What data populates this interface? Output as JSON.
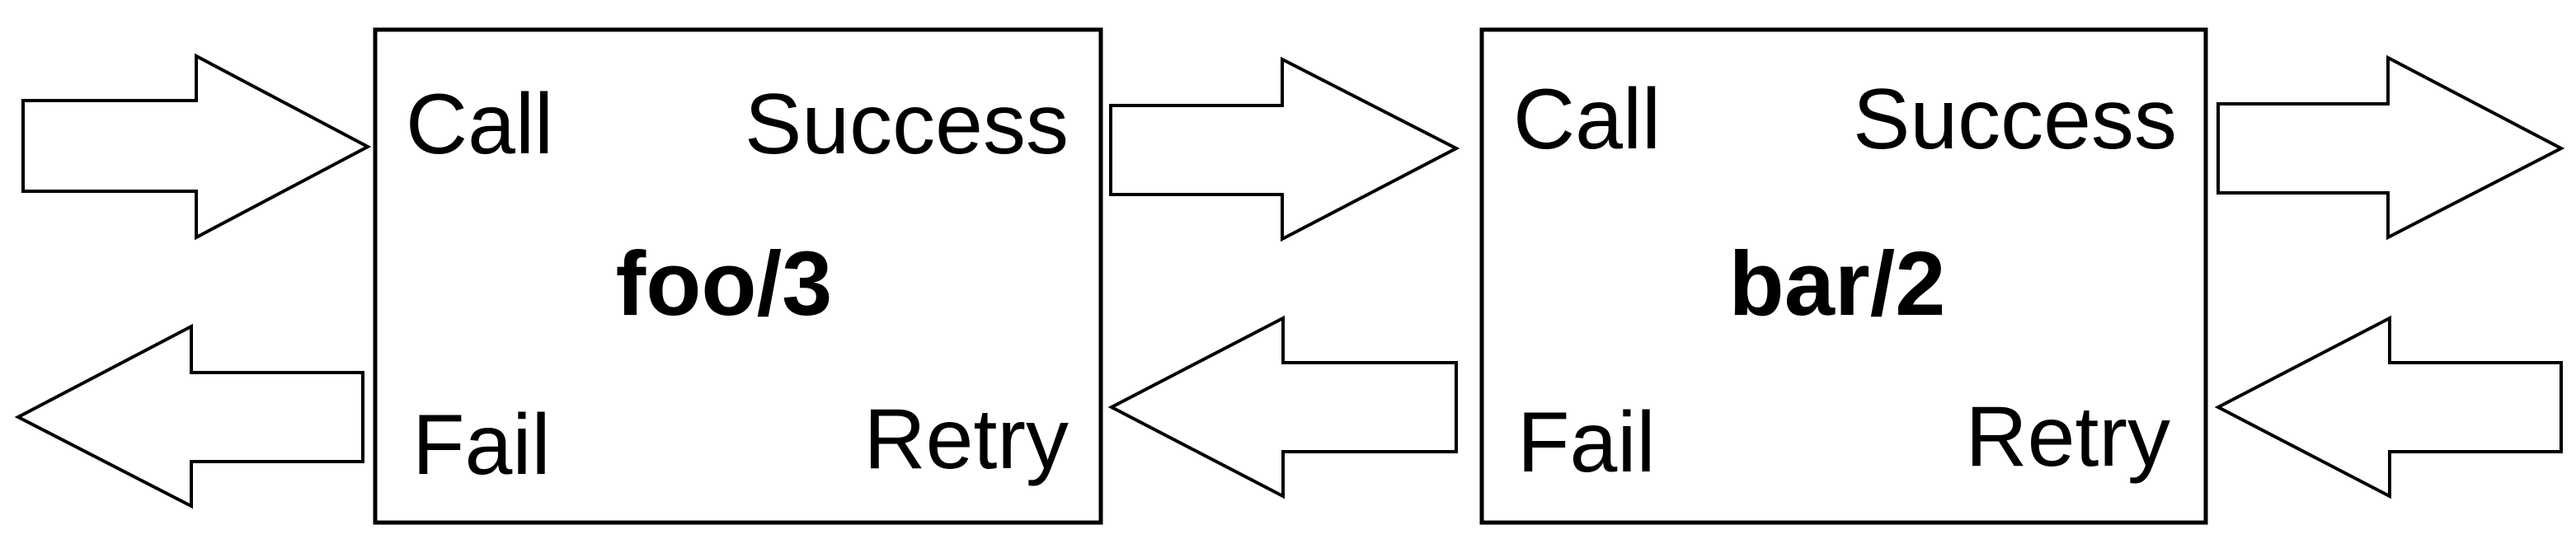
{
  "boxes": [
    {
      "title": "foo/3",
      "ports": {
        "call": "Call",
        "success": "Success",
        "fail": "Fail",
        "retry": "Retry"
      }
    },
    {
      "title": "bar/2",
      "ports": {
        "call": "Call",
        "success": "Success",
        "fail": "Fail",
        "retry": "Retry"
      }
    }
  ]
}
